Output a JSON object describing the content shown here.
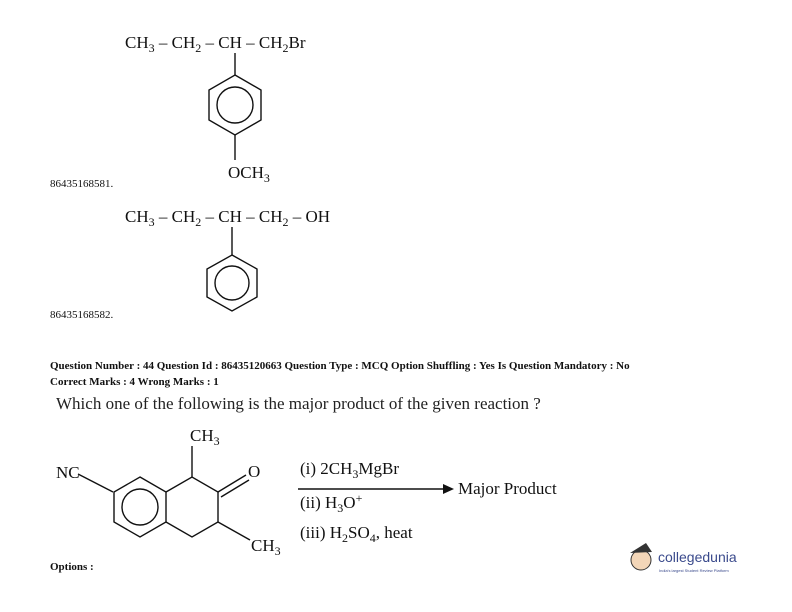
{
  "option1": {
    "chain": [
      "CH",
      "3",
      " – CH",
      "2",
      " – CH – CH",
      "2",
      "Br"
    ],
    "substituent": [
      "OCH",
      "3"
    ],
    "id": "86435168581."
  },
  "option2": {
    "chain": [
      "CH",
      "3",
      " – CH",
      "2",
      " – CH – CH",
      "2",
      " – OH"
    ],
    "id": "86435168582."
  },
  "question": {
    "meta_line1": "Question Number : 44 Question Id : 86435120663 Question Type : MCQ Option Shuffling : Yes Is Question Mandatory : No",
    "meta_line2": "Correct Marks : 4 Wrong Marks : 1",
    "text": "Which one of the following is the major product of the given reaction ?",
    "reaction": {
      "top_methyl": [
        "CH",
        "3"
      ],
      "nitrile": "NC",
      "carbonyl": "O",
      "bottom_methyl": [
        "CH",
        "3"
      ],
      "reagent1": [
        "(i) 2CH",
        "3",
        "MgBr"
      ],
      "reagent2": [
        "(ii) H",
        "3",
        "O",
        "+"
      ],
      "reagent3": [
        "(iii) H",
        "2",
        "SO",
        "4",
        ", heat"
      ],
      "product": "Major Product"
    },
    "options_label": "Options :"
  },
  "watermark": {
    "brand": "collegedunia",
    "tagline": "India's largest Student Review Platform"
  }
}
